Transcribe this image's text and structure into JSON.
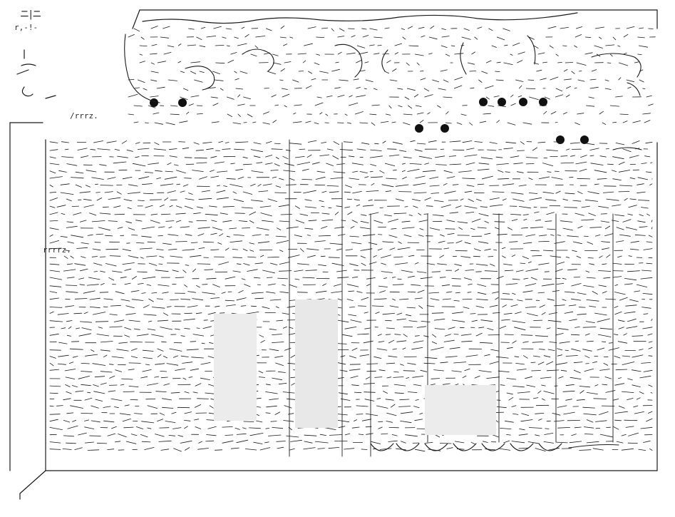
{
  "art": {
    "corner_glyphs": "ニ|ニ",
    "left_glyph": "r,-!-",
    "side_text": "/rrrz.",
    "mid_text": "rrrrz.",
    "accent_color": "#1a1a1a",
    "background_color": "#ffffff"
  }
}
